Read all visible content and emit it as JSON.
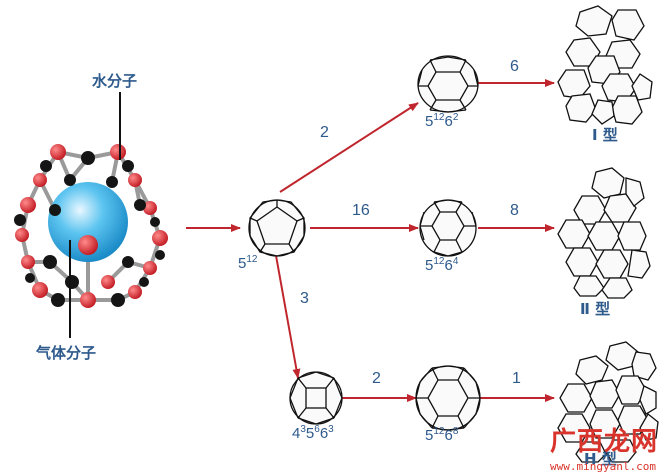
{
  "labels": {
    "water": "水分子",
    "gas": "气体分子",
    "type1": "Ⅰ 型",
    "type2": "Ⅱ 型",
    "typeH": "H 型"
  },
  "cages": {
    "c512": {
      "base": "5",
      "sup": "12"
    },
    "c51262": {
      "b1": "5",
      "s1": "12",
      "b2": "6",
      "s2": "2"
    },
    "c51264": {
      "b1": "5",
      "s1": "12",
      "b2": "6",
      "s2": "4"
    },
    "c435663": {
      "b1": "4",
      "s1": "3",
      "b2": "5",
      "s2": "6",
      "b3": "6",
      "s3": "3"
    },
    "c51268": {
      "b1": "5",
      "s1": "12",
      "b2": "6",
      "s2": "8"
    }
  },
  "counts": {
    "a2": "2",
    "a16": "16",
    "a3": "3",
    "a6": "6",
    "a8": "8",
    "a2b": "2",
    "a1": "1"
  },
  "watermark": {
    "brand": "广西龙网",
    "url": "www.mingyanl.com"
  },
  "colors": {
    "arrow": "#c0262d",
    "text": "#2e5a8c",
    "oxygen": "#d9262f",
    "hydrogen": "#1a1a1a",
    "gas": "#2aa8e0"
  }
}
